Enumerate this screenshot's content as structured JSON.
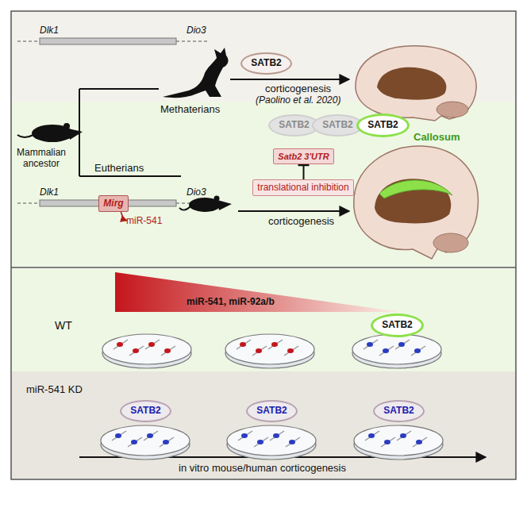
{
  "diagram": {
    "nodes": [
      {
        "text": [
          "SATB2"
        ]
      },
      {
        "text": [
          "SATB2"
        ]
      },
      {
        "text": [
          "SATB2"
        ]
      },
      {
        "text": [
          "SATB2"
        ]
      },
      {
        "text": [
          "Satb2 3'UTR"
        ]
      },
      {
        "text": [
          "translational inhibition"
        ]
      },
      {
        "text": [
          "Mirg"
        ]
      },
      {
        "text": [
          "SATB2"
        ]
      },
      {
        "text": [
          "SATB2"
        ]
      },
      {
        "text": [
          "SATB2"
        ]
      },
      {
        "text": [
          "SATB2"
        ]
      }
    ],
    "edges": [
      {
        "from": 5,
        "to": 4,
        "arrow": "to"
      }
    ],
    "labels": [
      "Dlk1",
      "Dio3",
      "corticogenesis",
      "(Paolino et al. 2020)",
      "Methaterians",
      "Mammalian ancestor",
      "Eutherians",
      "Dlk1",
      "Dio3",
      "miR-541",
      "corticogenesis",
      "Callosum",
      "miR-541, miR-92a/b",
      "WT",
      "miR-541 KD",
      "in vitro mouse/human corticogenesis"
    ]
  }
}
